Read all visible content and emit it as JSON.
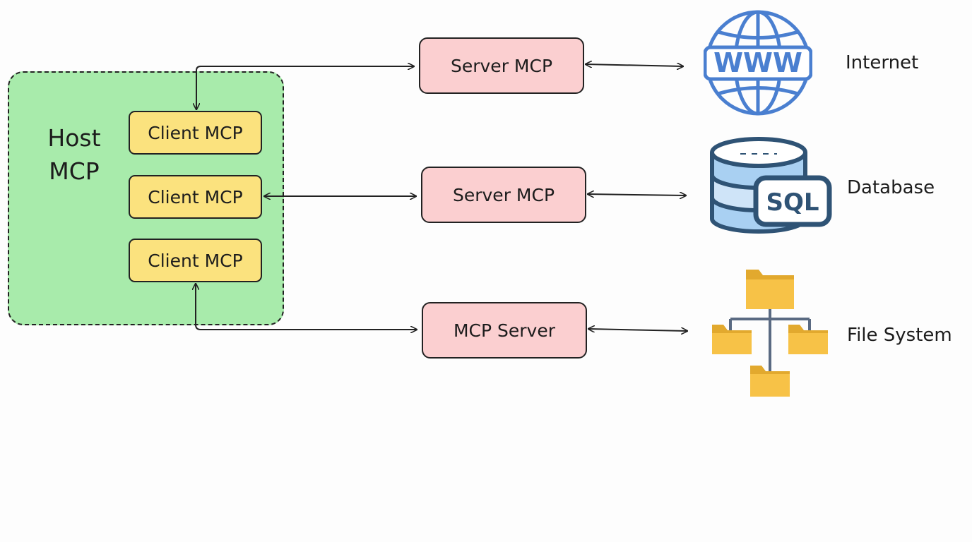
{
  "host": {
    "label": "Host\nMCP"
  },
  "clients": [
    {
      "label": "Client MCP"
    },
    {
      "label": "Client MCP"
    },
    {
      "label": "Client MCP"
    }
  ],
  "servers": [
    {
      "label": "Server MCP"
    },
    {
      "label": "Server MCP"
    },
    {
      "label": "MCP Server"
    }
  ],
  "resources": [
    {
      "label": "Internet",
      "icon": "globe-www-icon"
    },
    {
      "label": "Database",
      "icon": "database-sql-icon"
    },
    {
      "label": "File System",
      "icon": "folder-tree-icon"
    }
  ],
  "icon_text": {
    "www": "WWW",
    "sql": "SQL"
  },
  "colors": {
    "host_fill": "#a8ebab",
    "client_fill": "#fbe27e",
    "server_fill": "#fbcfd0",
    "globe_blue": "#4a7fd0",
    "db_blue": "#2f5375",
    "folder_yellow": "#f7c247"
  }
}
